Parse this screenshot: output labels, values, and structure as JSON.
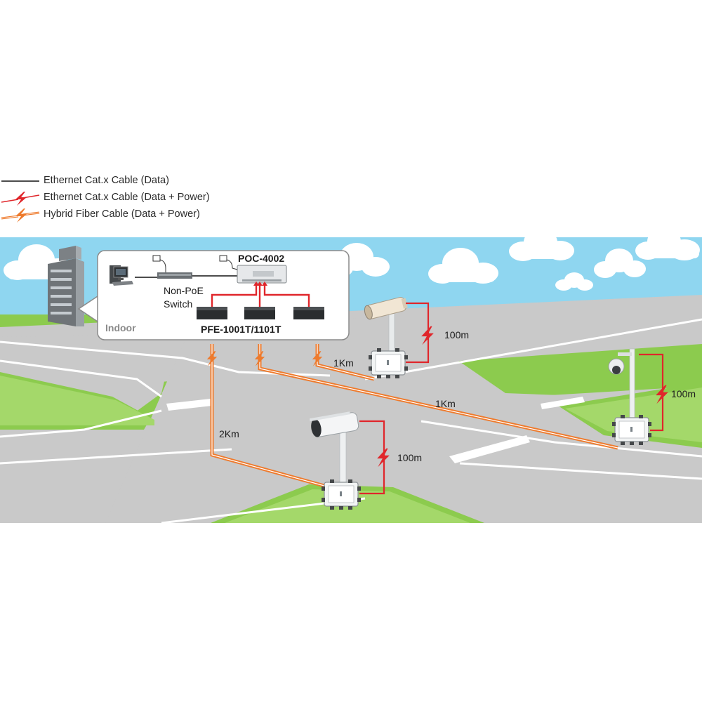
{
  "legend": [
    {
      "label": "Ethernet Cat.x Cable (Data)",
      "icon": "black-line-icon",
      "color": "#111111"
    },
    {
      "label": "Ethernet Cat.x Cable (Data + Power)",
      "icon": "red-lightning-icon",
      "color": "#e0262b"
    },
    {
      "label": "Hybrid Fiber Cable (Data + Power)",
      "icon": "orange-lightning-icon",
      "color": "#ee7a2c"
    }
  ],
  "indoor": {
    "title": "Indoor",
    "switch_label_line1": "Non-PoE",
    "switch_label_line2": "Switch",
    "poc_label": "POC-4002",
    "pfe_label": "PFE-1001T/1101T"
  },
  "distances": {
    "fiber_short": "1Km",
    "fiber_long": "1Km",
    "fiber_2km": "2Km",
    "cam_top": "100m",
    "cam_right": "100m",
    "cam_bottom": "100m"
  },
  "colors": {
    "sky": "#8fd6f0",
    "grass": "#8ccb4e",
    "road": "#c9c9c9",
    "fiber": "#ee7a2c",
    "poe": "#e0262b"
  }
}
